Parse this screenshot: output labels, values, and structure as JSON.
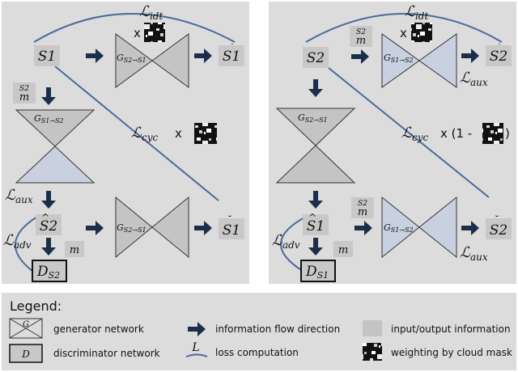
{
  "colors": {
    "panel_bg": "#dcdcdc",
    "label_box": "#c8c8c8",
    "arrow": "#1b2f4b",
    "loss_curve": "#4a6a9a",
    "gen_fill_light": "#c9d0e0",
    "gen_fill_gray": "#c4c4c4",
    "gen_stroke": "#333333"
  },
  "left_panel": {
    "input": "S1",
    "loss_idt": "idt",
    "gen_top": "S2→S1",
    "output_top": "S1",
    "mask_label_sup": "S2",
    "mask_label": "m",
    "gen_left": "S1→S2",
    "loss_cyc": "cyc",
    "cyc_weight": "x",
    "loss_aux": "aux",
    "fake": "S2",
    "gen_bottom": "S2→S1",
    "output_bottom": "S1",
    "loss_adv": "adv",
    "m_box": "m",
    "disc": "S2",
    "times": "x"
  },
  "right_panel": {
    "input": "S2",
    "loss_idt": "idt",
    "mask_label_sup": "S2",
    "mask_label": "m",
    "gen_top": "S1→S2",
    "output_top": "S2",
    "loss_aux_top": "aux",
    "gen_left": "S2→S1",
    "loss_cyc": "cyc",
    "cyc_weight": "x (1 -",
    "cyc_close": ")",
    "fake": "S1",
    "mask_label2_sup": "S2",
    "mask_label2": "m",
    "gen_bottom": "S1→S2",
    "output_bottom": "S2",
    "loss_aux_bottom": "aux",
    "loss_adv": "adv",
    "m_box": "m",
    "disc": "S1",
    "times": "x"
  },
  "legend": {
    "title": "Legend:",
    "gen_icon_letter": "G",
    "disc_icon_letter": "D",
    "loss_icon_letter": "L",
    "generator": "generator network",
    "discriminator": "discriminator network",
    "flow": "information flow direction",
    "loss": "loss computation",
    "io": "input/output information",
    "mask": "weighting by cloud mask"
  }
}
